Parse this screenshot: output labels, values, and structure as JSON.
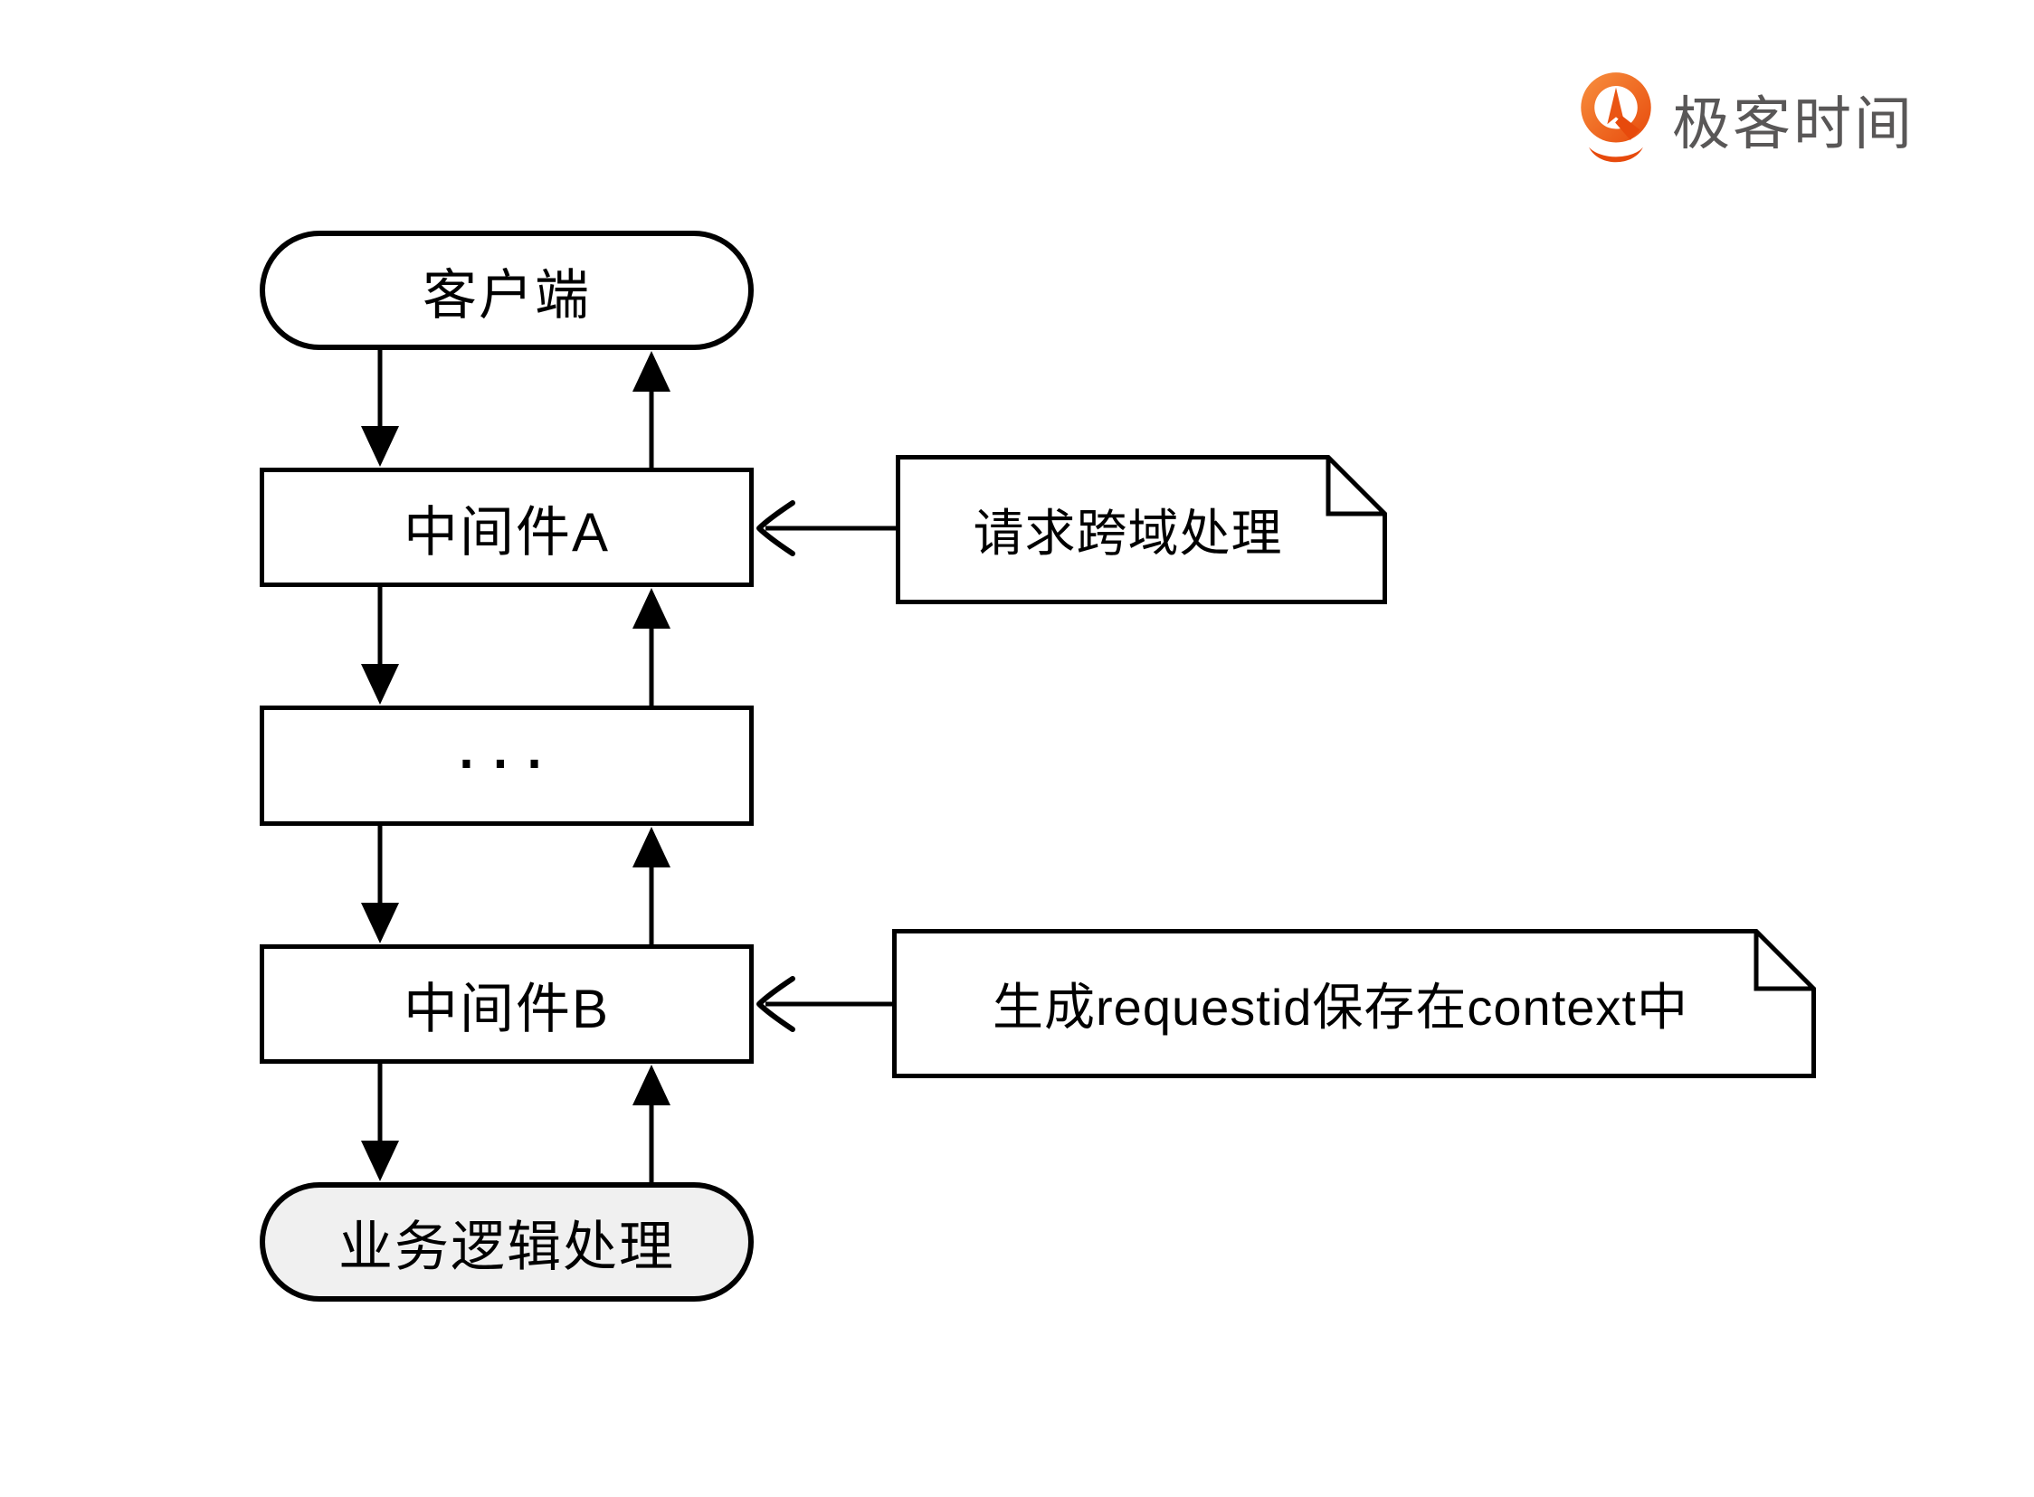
{
  "logo": {
    "brand": "极客时间",
    "icon": "geektime-pin-icon",
    "icon_color_top": "#F8903F",
    "icon_color_bottom": "#E74A0C",
    "text_color": "#595757"
  },
  "diagram": {
    "nodes": [
      {
        "id": "client",
        "label": "客户端",
        "shape": "stadium",
        "fill": "#ffffff"
      },
      {
        "id": "middleware-a",
        "label": "中间件A",
        "shape": "rect",
        "fill": "#ffffff"
      },
      {
        "id": "ellipsis",
        "label": "...",
        "shape": "rect",
        "fill": "#ffffff"
      },
      {
        "id": "middleware-b",
        "label": "中间件B",
        "shape": "rect",
        "fill": "#ffffff"
      },
      {
        "id": "business-logic",
        "label": "业务逻辑处理",
        "shape": "stadium",
        "fill": "#f0f0f0"
      }
    ],
    "notes": [
      {
        "id": "note-cross-domain",
        "label": "请求跨域处理",
        "attached_to": "中间件A"
      },
      {
        "id": "note-requestid",
        "label": "生成requestid保存在context中",
        "attached_to": "中间件B"
      }
    ],
    "flow": {
      "request_path": [
        "客户端",
        "中间件A",
        "...",
        "中间件B",
        "业务逻辑处理"
      ],
      "response_path": [
        "业务逻辑处理",
        "中间件B",
        "...",
        "中间件A",
        "客户端"
      ]
    },
    "colors": {
      "line": "#000000",
      "node_border": "#000000",
      "background": "#ffffff"
    }
  }
}
